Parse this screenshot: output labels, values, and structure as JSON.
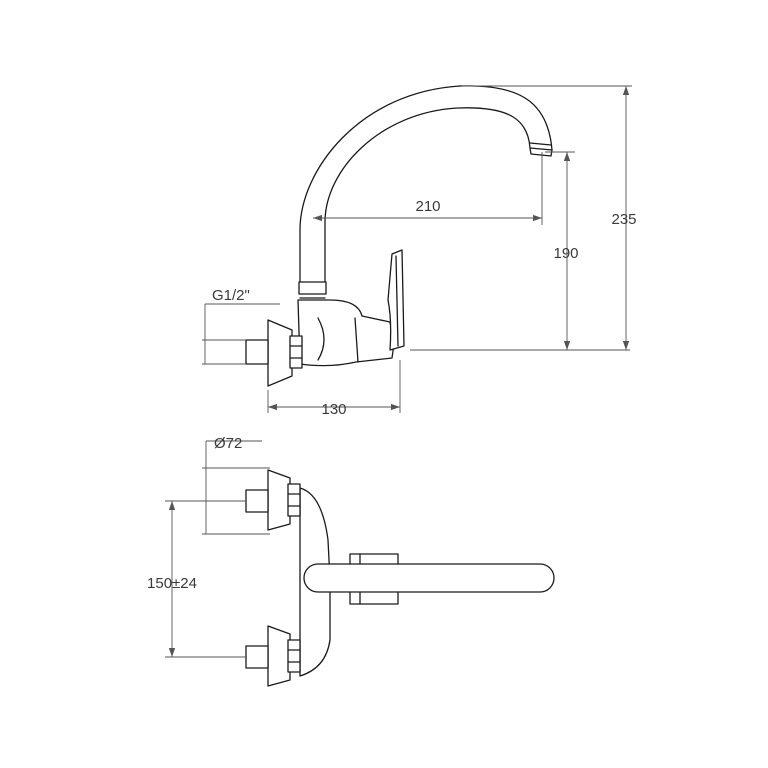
{
  "dimensions": {
    "spout_reach": "210",
    "spout_height": "190",
    "total_height": "235",
    "body_depth": "130",
    "thread": "G1/2\"",
    "flange_diameter": "Ø72",
    "inlet_spacing": "150±24"
  }
}
